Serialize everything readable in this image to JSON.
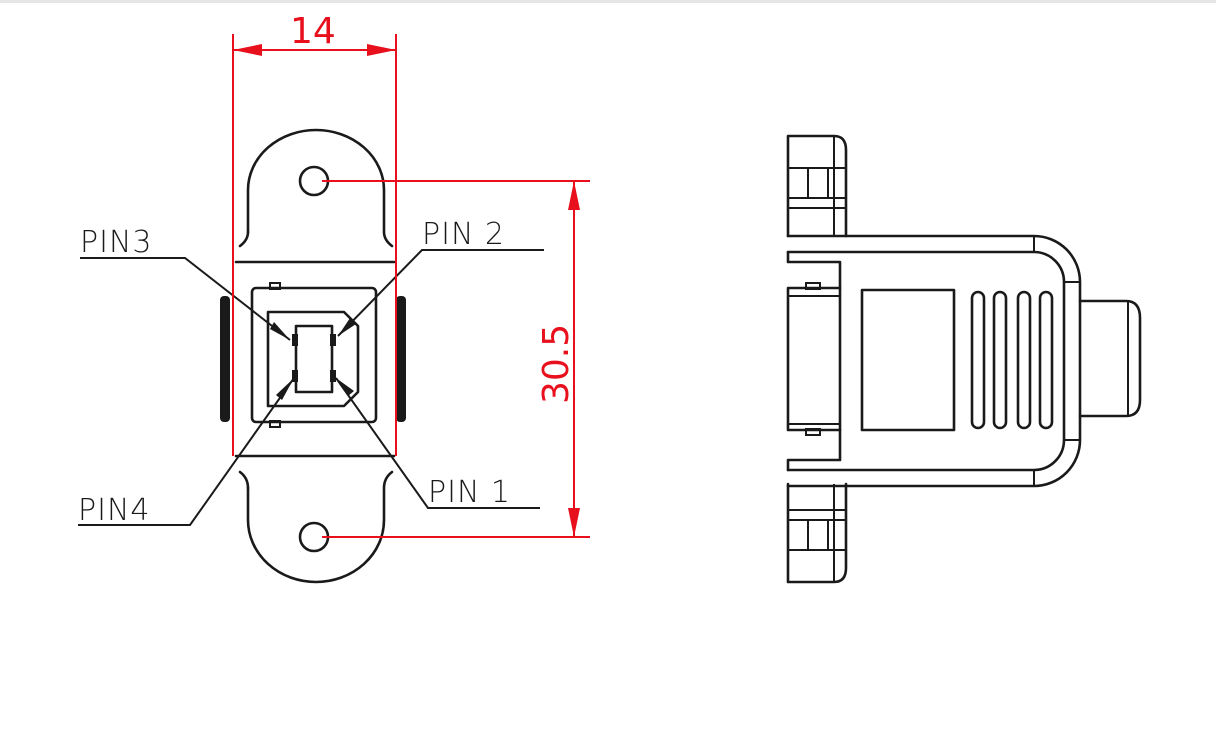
{
  "drawing": {
    "title": "Panel-mount connector dimension drawing",
    "line_color": "#1a1a1a",
    "dimension_color": "#e8101c",
    "dimensions": {
      "width": "14",
      "height": "30.5"
    },
    "pin_labels": {
      "pin1": "PIN 1",
      "pin2": "PIN 2",
      "pin3": "PIN3",
      "pin4": "PIN4"
    },
    "views": [
      "front-view",
      "side-view"
    ]
  }
}
